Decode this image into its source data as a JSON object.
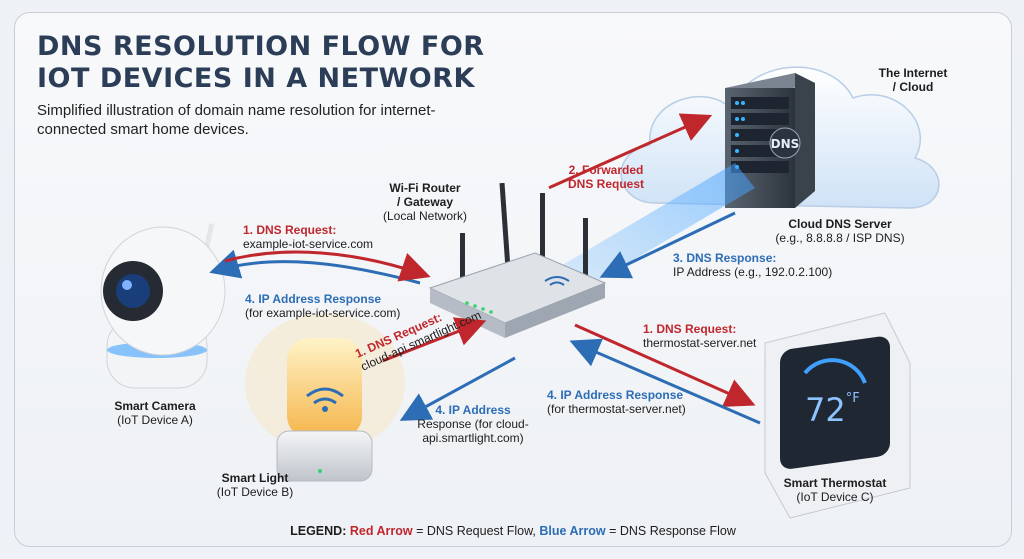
{
  "title_line1": "DNS RESOLUTION FLOW FOR",
  "title_line2": "IOT DEVICES IN A NETWORK",
  "subtitle": "Simplified illustration of domain name resolution for internet-connected smart home devices.",
  "nodes": {
    "cloud": {
      "line1": "The Internet",
      "line2": "/ Cloud",
      "badge": "DNS"
    },
    "dns_server": {
      "name": "Cloud DNS Server",
      "detail": "(e.g., 8.8.8.8 / ISP DNS)"
    },
    "router": {
      "line1": "Wi-Fi Router",
      "line2": "/ Gateway",
      "detail": "(Local Network)"
    },
    "camera": {
      "name": "Smart Camera",
      "detail": "(IoT Device A)"
    },
    "light": {
      "name": "Smart Light",
      "detail": "(IoT Device B)"
    },
    "thermostat": {
      "name": "Smart Thermostat",
      "detail": "(IoT Device C)",
      "reading": "72",
      "unit": "°F"
    }
  },
  "flows": {
    "forwarded": {
      "title_line1": "2. Forwarded",
      "title_line2": "DNS Request"
    },
    "dns_response": {
      "title": "3. DNS Response:",
      "detail": "IP Address (e.g., 192.0.2.100)"
    },
    "camera_request": {
      "title": "1. DNS Request:",
      "detail": "example-iot-service.com"
    },
    "camera_response": {
      "title": "4. IP Address Response",
      "detail": "(for example-iot-service.com)"
    },
    "light_request": {
      "title": "1. DNS Request:",
      "detail": "cloud-api.smartlight.com"
    },
    "light_response": {
      "line1": "4. IP Address",
      "line2": "Response (for cloud-",
      "line3": "api.smartlight.com)"
    },
    "thermo_request": {
      "title": "1. DNS Request:",
      "detail": "thermostat-server.net"
    },
    "thermo_response": {
      "title": "4. IP Address Response",
      "detail": "(for thermostat-server.net)"
    }
  },
  "legend": {
    "prefix": "LEGEND:",
    "red_label": "Red Arrow",
    "red_text": " = DNS Request Flow, ",
    "blue_label": "Blue Arrow",
    "blue_text": " = DNS Response Flow"
  },
  "colors": {
    "request": "#c0272d",
    "response": "#2d6db5",
    "title": "#2b3d57"
  }
}
